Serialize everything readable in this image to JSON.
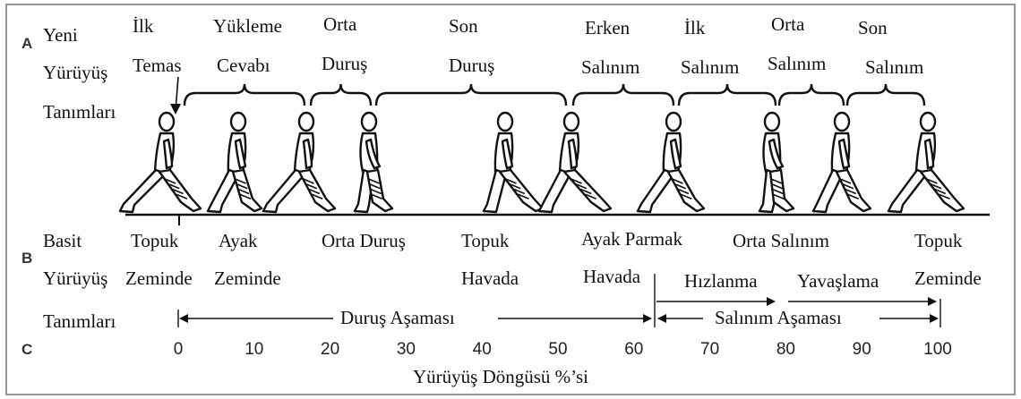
{
  "section_letters": [
    "A",
    "B",
    "C"
  ],
  "new_title": [
    "Yeni",
    "Yürüyüş",
    "Tanımları"
  ],
  "new_phases": [
    {
      "lines": [
        "İlk",
        "Temas"
      ]
    },
    {
      "lines": [
        "Yükleme",
        "Cevabı"
      ]
    },
    {
      "lines": [
        "Orta",
        "Duruş"
      ]
    },
    {
      "lines": [
        "Son",
        "Duruş"
      ]
    },
    {
      "lines": [
        "Erken",
        "Salınım"
      ]
    },
    {
      "lines": [
        "İlk",
        "Salınım"
      ]
    },
    {
      "lines": [
        "Orta",
        "Salınım"
      ]
    },
    {
      "lines": [
        "Son",
        "Salınım"
      ]
    }
  ],
  "basic_title": [
    "Basit",
    "Yürüyüş",
    "Tanımları"
  ],
  "basic_events": [
    {
      "lines": [
        "Topuk",
        "Zeminde"
      ]
    },
    {
      "lines": [
        "Ayak",
        "Zeminde"
      ]
    },
    {
      "lines": [
        "Orta Duruş"
      ]
    },
    {
      "lines": [
        "Topuk",
        "Havada"
      ]
    },
    {
      "lines": [
        "Ayak Parmak",
        "Havada"
      ]
    },
    {
      "lines": [
        "Orta Salınım"
      ]
    },
    {
      "lines": [
        "Topuk",
        "Zeminde"
      ]
    }
  ],
  "swing_subphases": [
    "Hızlanma",
    "Yavaşlama"
  ],
  "phase_spans": {
    "stance": "Duruş Aşaması",
    "swing": "Salınım Aşaması"
  },
  "axis": {
    "ticks": [
      0,
      10,
      20,
      30,
      40,
      50,
      60,
      70,
      80,
      90,
      100
    ],
    "label": "Yürüyüş Döngüsü %’si",
    "stance_end": 62
  },
  "figure_count": 10
}
